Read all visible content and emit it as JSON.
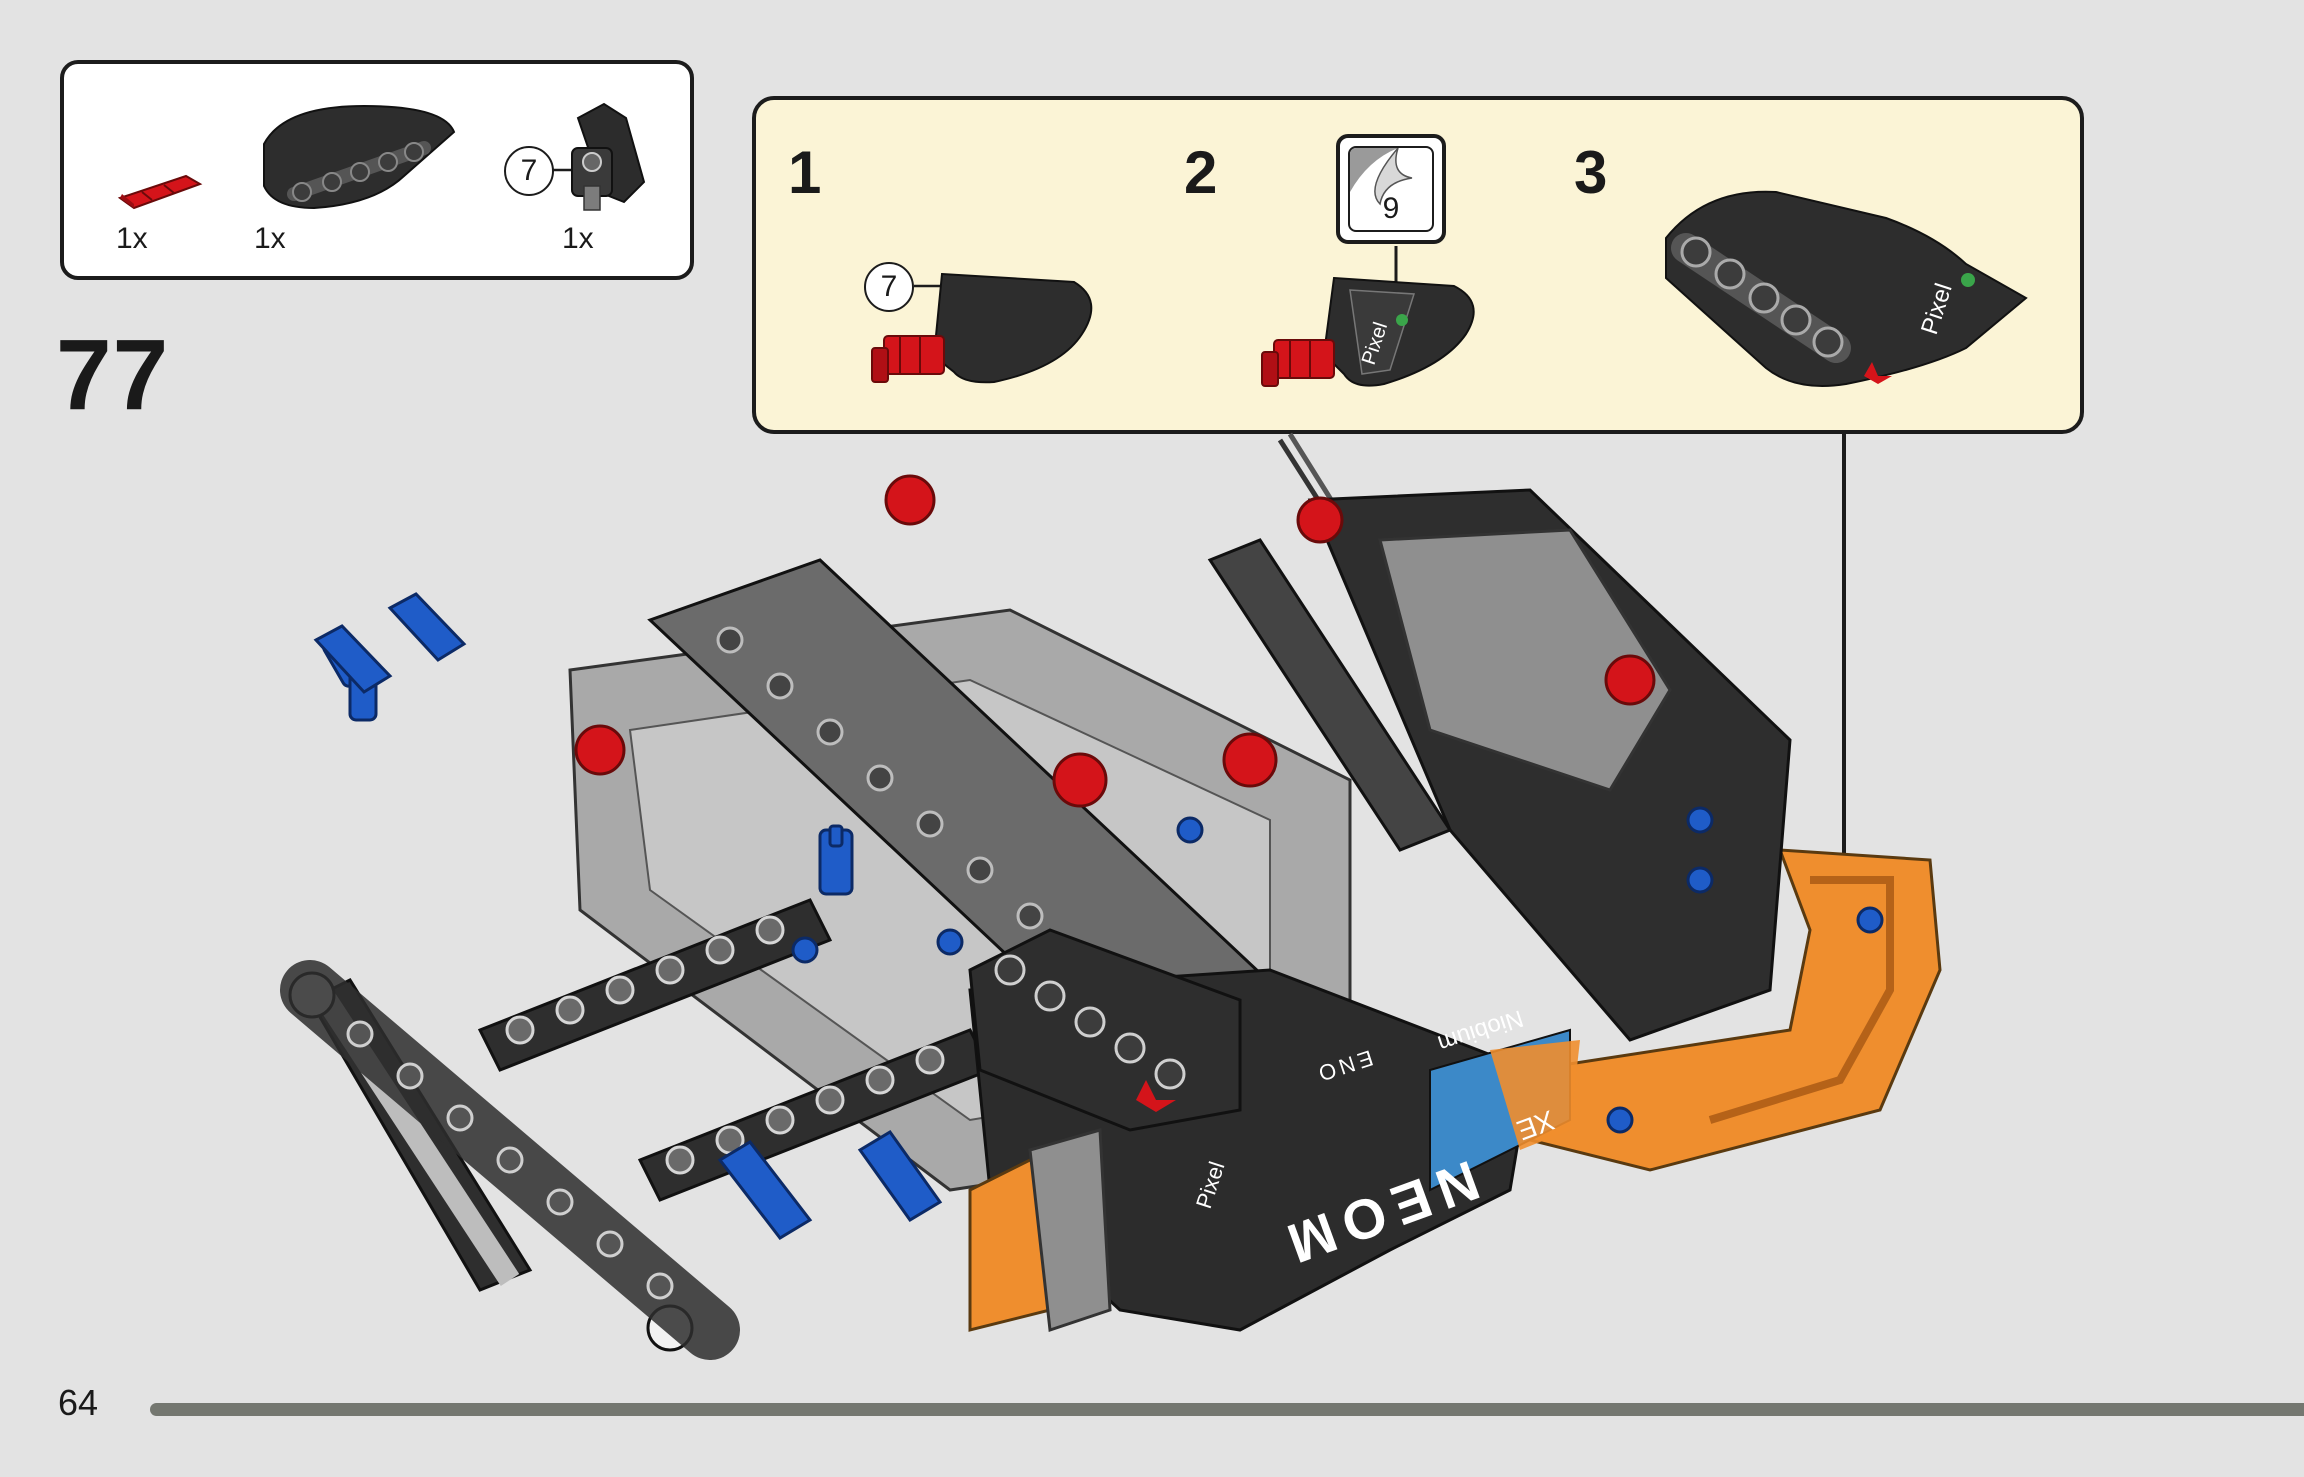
{
  "step": {
    "number": "77"
  },
  "parts_list": {
    "items": [
      {
        "qty": "1x",
        "icon": "red-axle-pin-icon"
      },
      {
        "qty": "1x",
        "icon": "black-curved-panel-icon"
      },
      {
        "qty": "1x",
        "icon": "black-connector-icon",
        "callout": "7"
      }
    ]
  },
  "sub_steps": [
    {
      "label": "1",
      "callout": "7"
    },
    {
      "label": "2",
      "sticker": "9",
      "sticker_text": "Pixel"
    },
    {
      "label": "3",
      "sticker_text": "Pixel"
    }
  ],
  "model_stickers": [
    "NEOM",
    "Niobium",
    "ENO",
    "Pixel",
    "XE"
  ],
  "page": {
    "number": "64",
    "progress": 1.0
  },
  "colors": {
    "background": "#e3e3e3",
    "callout_panel": "#fbf4d6",
    "beam_dark": "#2e2e2e",
    "beam_grey": "#8f8f8f",
    "pin_red": "#d4141a",
    "pin_blue": "#1f5cc8",
    "panel_orange": "#ef8e2e",
    "progress_bar": "#747770"
  }
}
